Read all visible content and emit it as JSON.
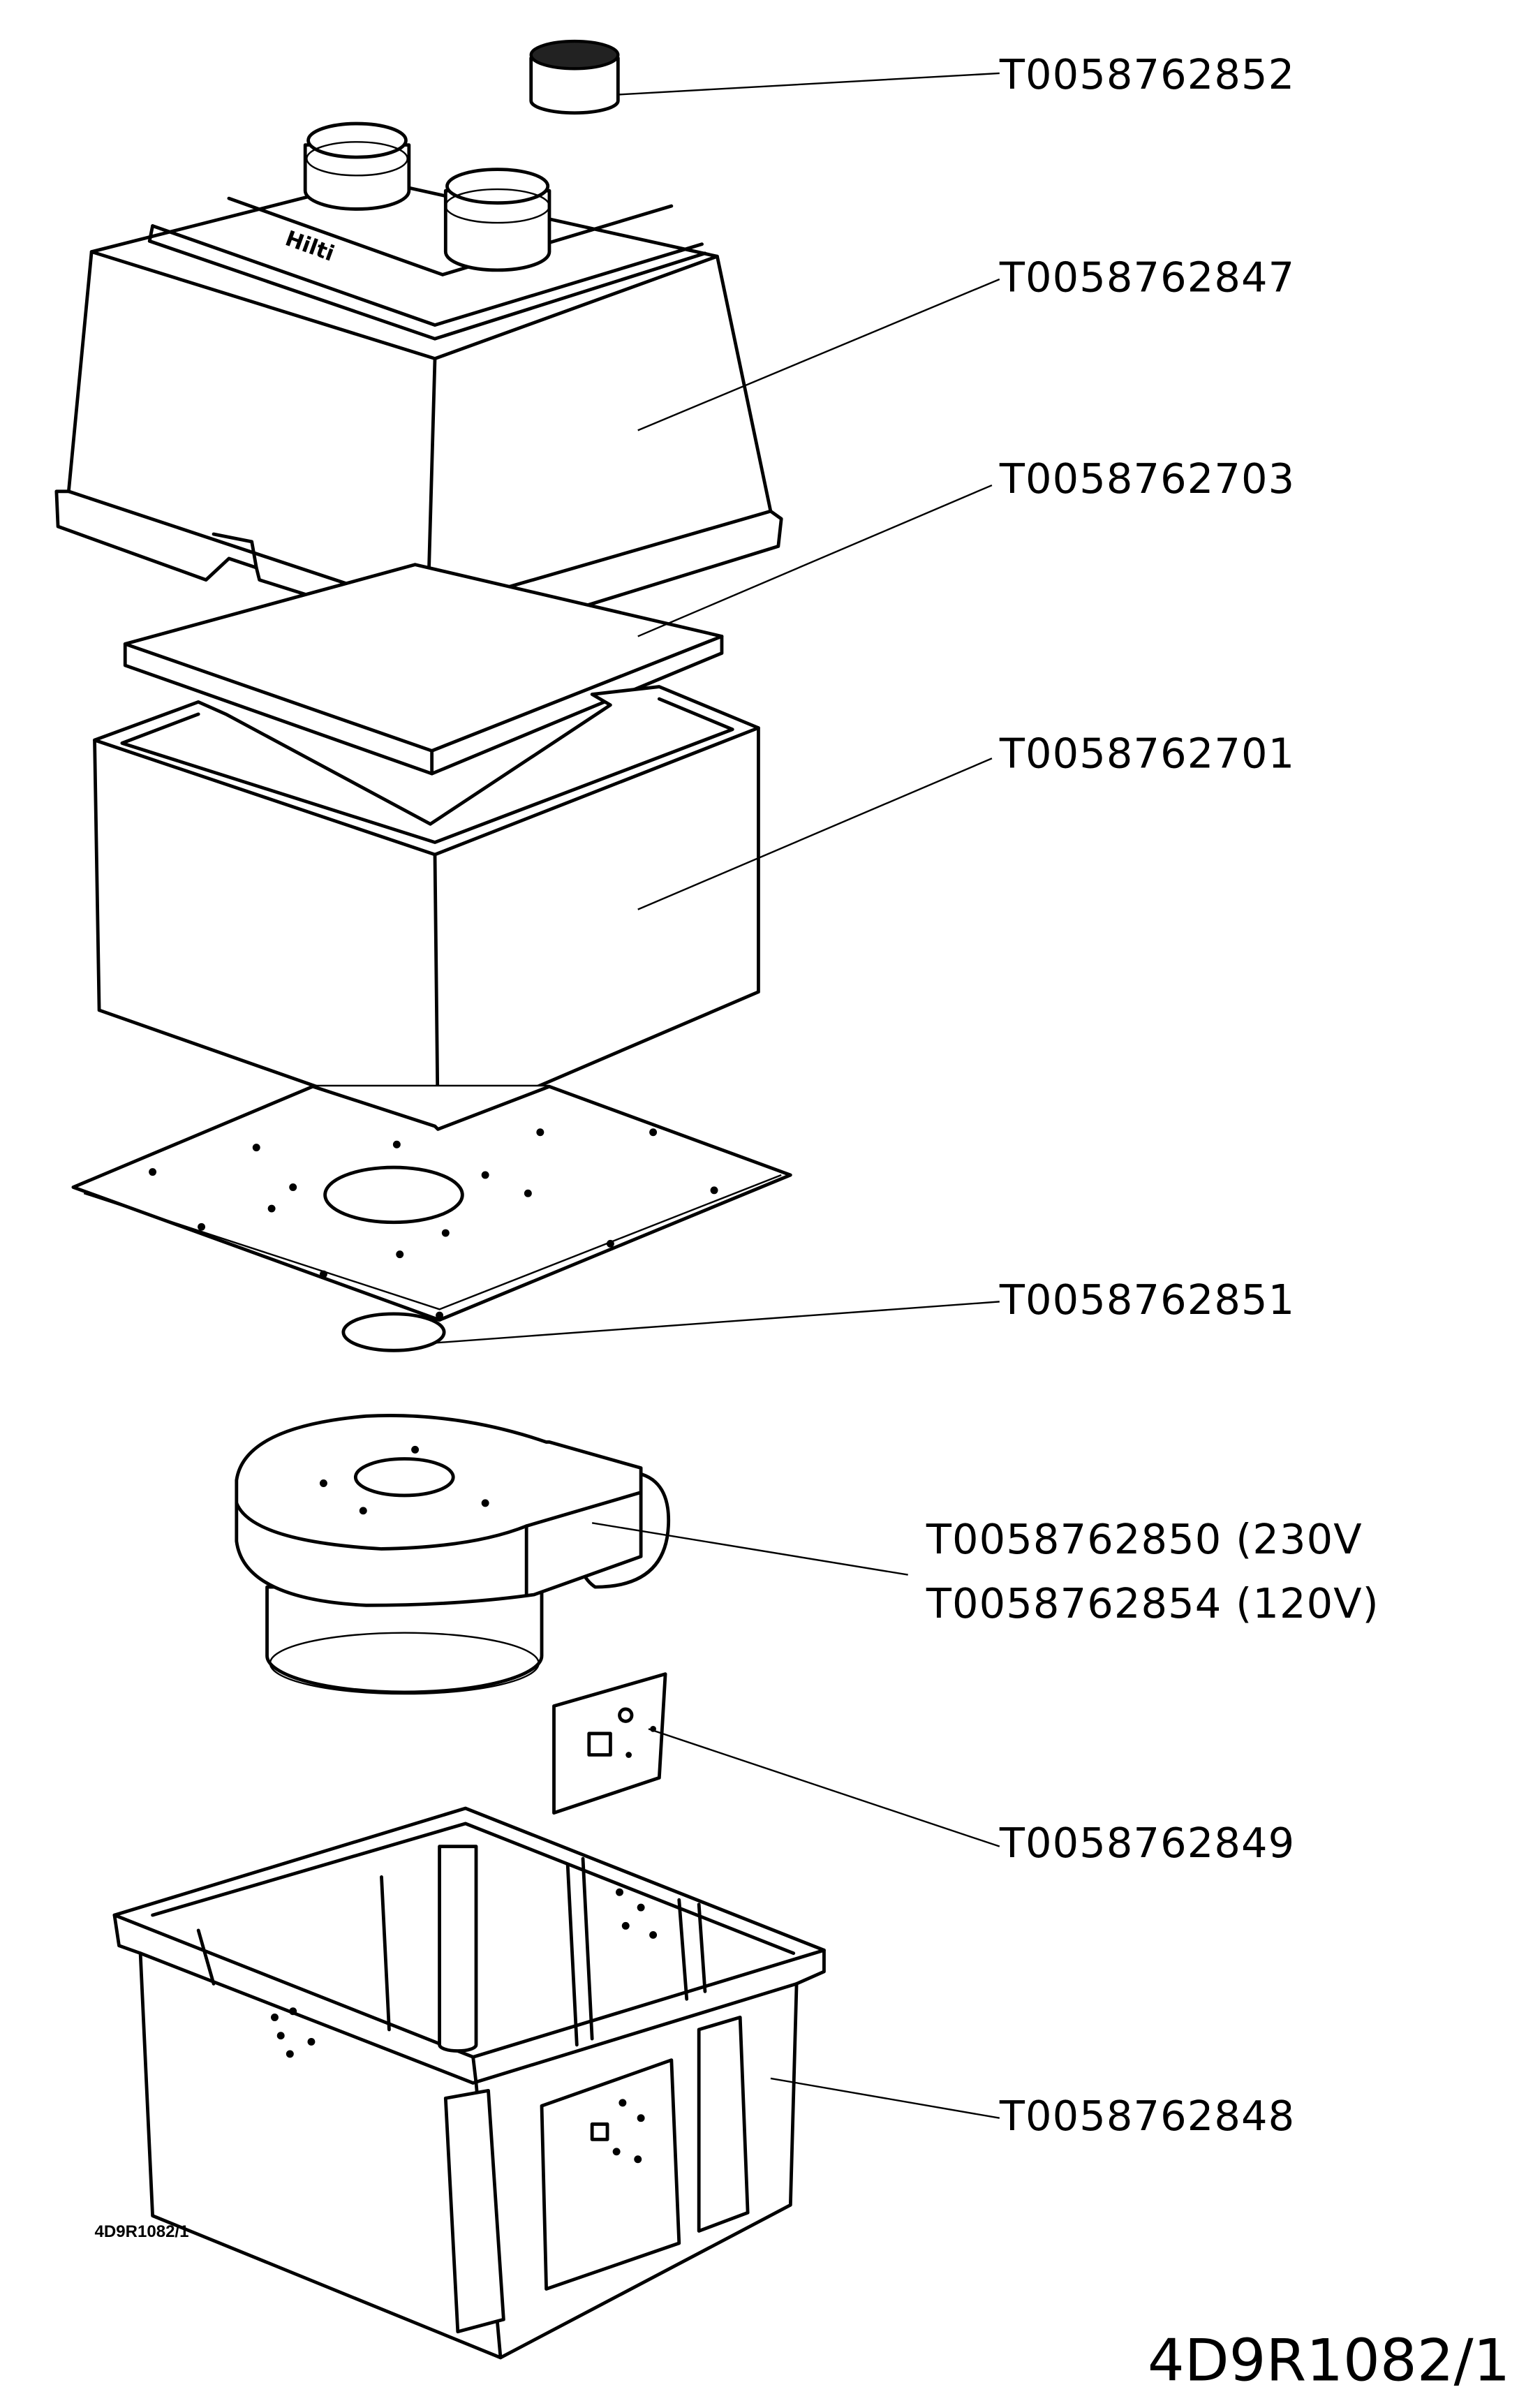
{
  "diagram": {
    "drawing_number": "4D9R1082/1",
    "drawing_number_small": "4D9R1082/1",
    "parts": [
      {
        "id": "cap",
        "label": "T0058762852"
      },
      {
        "id": "lid",
        "label": "T0058762847"
      },
      {
        "id": "pad",
        "label": "T0058762703"
      },
      {
        "id": "foam-box",
        "label": "T0058762701"
      },
      {
        "id": "gasket",
        "label": "T0058762851"
      },
      {
        "id": "blower-230",
        "label": "T0058762850 (230V"
      },
      {
        "id": "blower-120",
        "label": "T0058762854 (120V)"
      },
      {
        "id": "circuit-board",
        "label": "T0058762849"
      },
      {
        "id": "base-tub",
        "label": "T0058762848"
      }
    ]
  }
}
